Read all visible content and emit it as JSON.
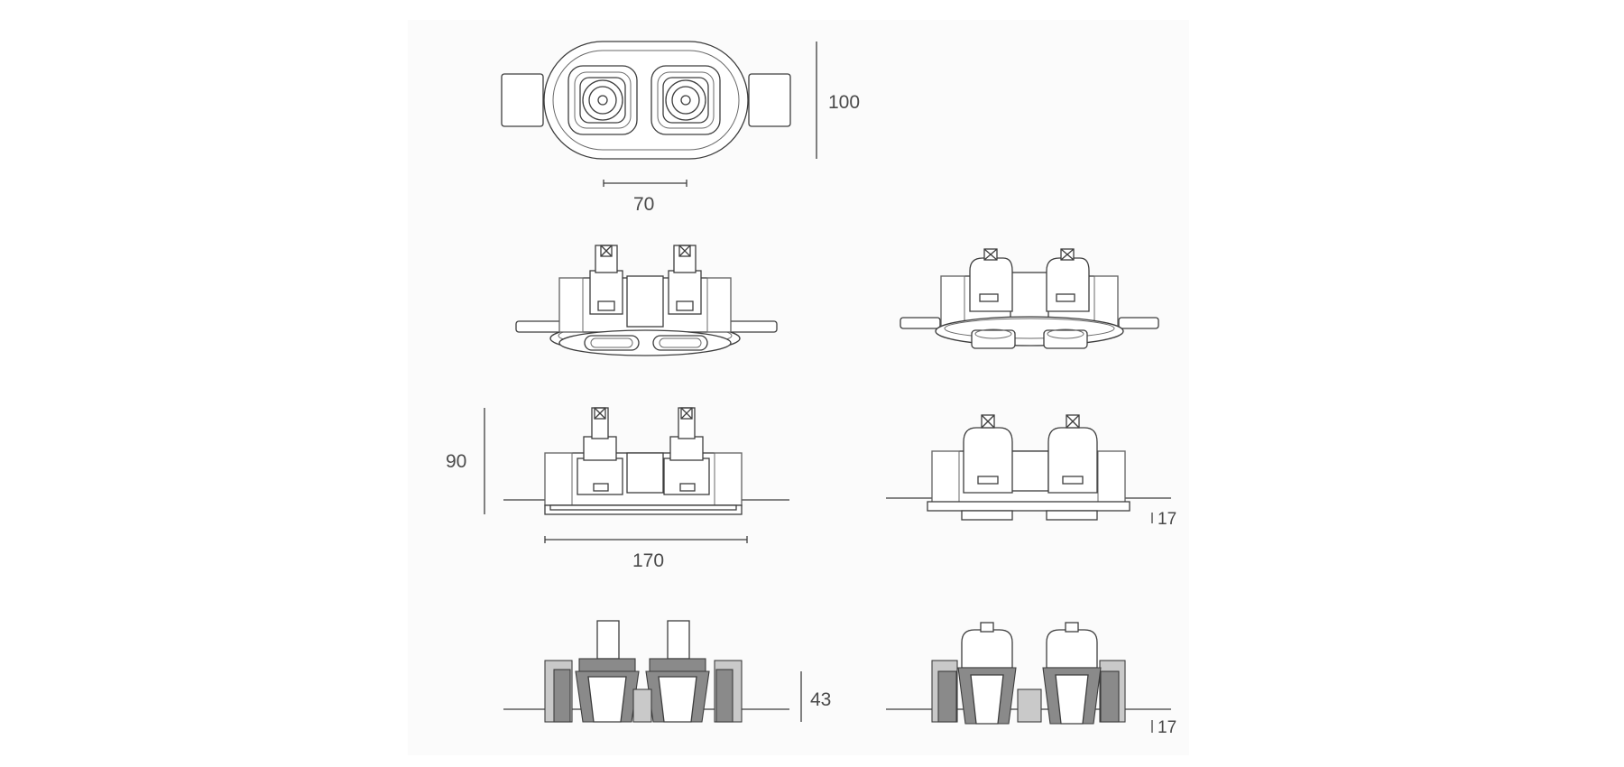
{
  "dimensions": {
    "top_height": "100",
    "top_width": "70",
    "side_height": "90",
    "side_width": "170",
    "side_offset_right": "17",
    "section_height": "43",
    "section_offset_right": "17"
  },
  "colors": {
    "line": "#3d3d3d",
    "section_fill": "#8a8a8a",
    "panel_background": "#fbfbfb"
  }
}
